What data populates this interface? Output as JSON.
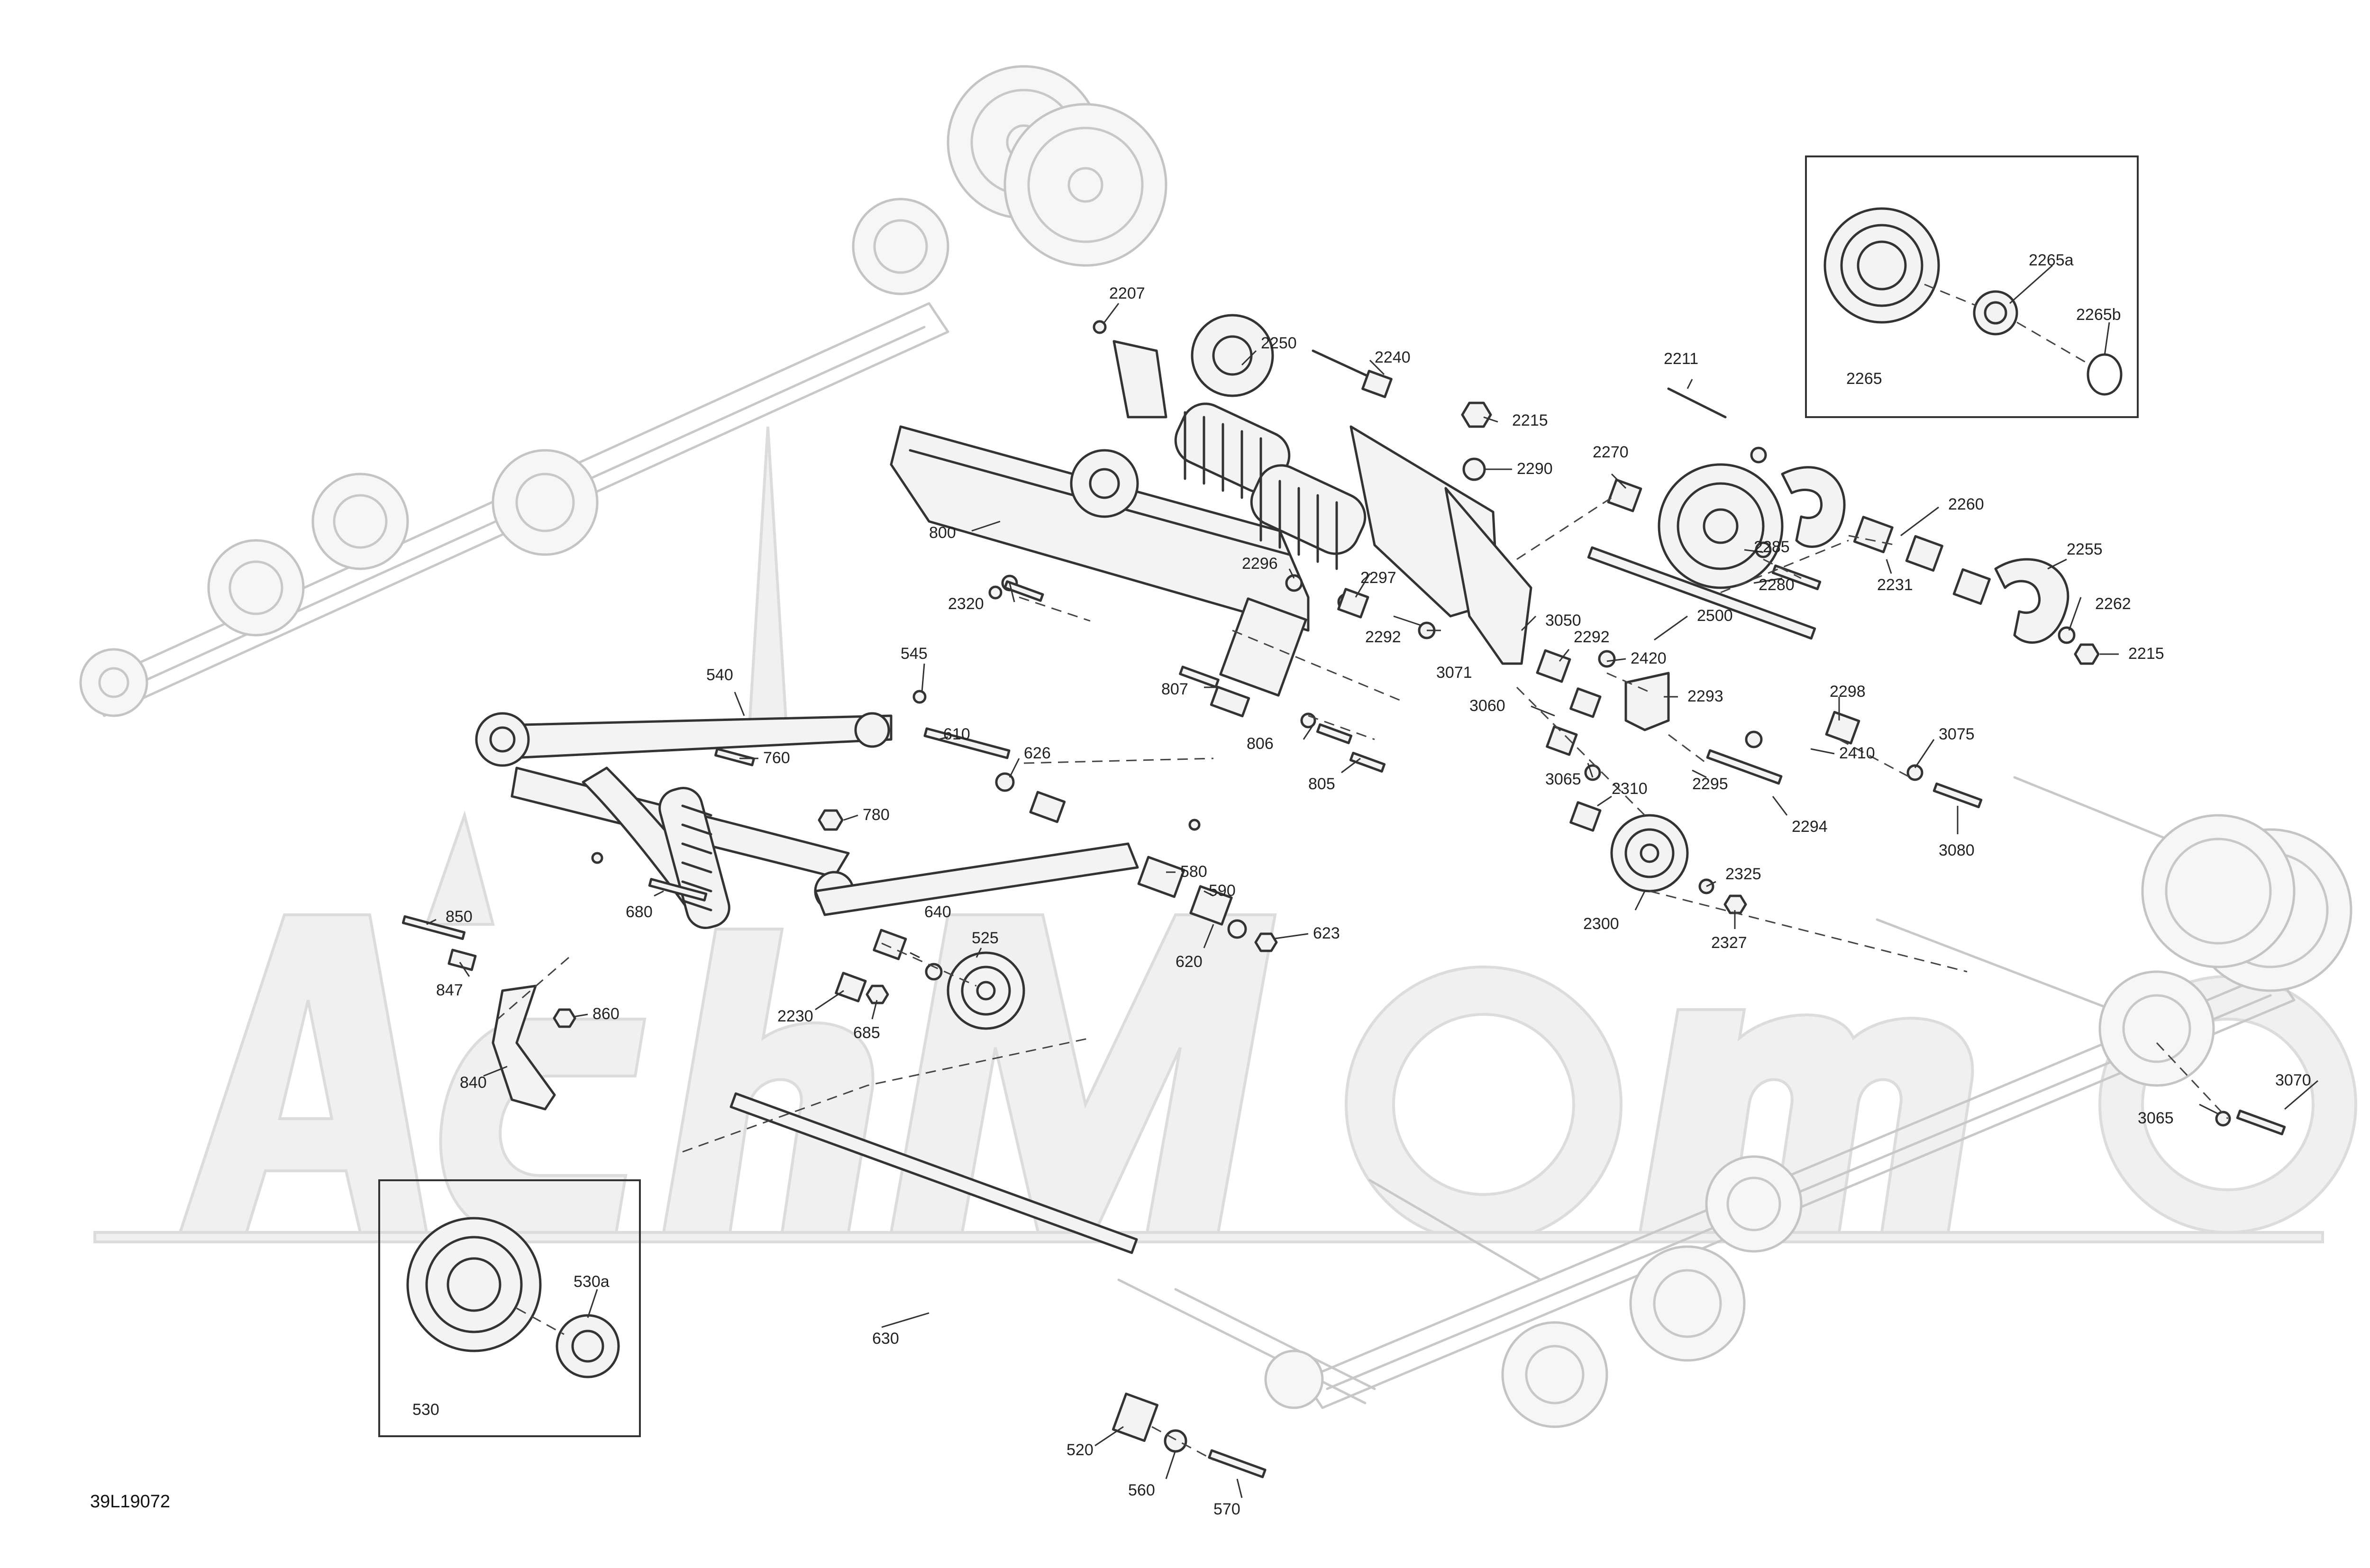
{
  "drawing_code": "39L19072",
  "callouts": [
    {
      "id": "c2207",
      "label": "2207"
    },
    {
      "id": "c2250",
      "label": "2250"
    },
    {
      "id": "c2240",
      "label": "2240"
    },
    {
      "id": "c2211",
      "label": "2211"
    },
    {
      "id": "c2215a",
      "label": "2215"
    },
    {
      "id": "c2290",
      "label": "2290"
    },
    {
      "id": "c2270",
      "label": "2270"
    },
    {
      "id": "c2260",
      "label": "2260"
    },
    {
      "id": "c2285",
      "label": "2285"
    },
    {
      "id": "c2280",
      "label": "2280"
    },
    {
      "id": "c2231",
      "label": "2231"
    },
    {
      "id": "c2255",
      "label": "2255"
    },
    {
      "id": "c2262",
      "label": "2262"
    },
    {
      "id": "c2215b",
      "label": "2215"
    },
    {
      "id": "c800",
      "label": "800"
    },
    {
      "id": "c2320",
      "label": "2320"
    },
    {
      "id": "c2296",
      "label": "2296"
    },
    {
      "id": "c2297",
      "label": "2297"
    },
    {
      "id": "c2292a",
      "label": "2292"
    },
    {
      "id": "c3071",
      "label": "3071"
    },
    {
      "id": "c3050",
      "label": "3050"
    },
    {
      "id": "c2292b",
      "label": "2292"
    },
    {
      "id": "c2500",
      "label": "2500"
    },
    {
      "id": "c2420",
      "label": "2420"
    },
    {
      "id": "c2293",
      "label": "2293"
    },
    {
      "id": "c3060",
      "label": "3060"
    },
    {
      "id": "c2298",
      "label": "2298"
    },
    {
      "id": "c2410",
      "label": "2410"
    },
    {
      "id": "c3075",
      "label": "3075"
    },
    {
      "id": "c3065a",
      "label": "3065"
    },
    {
      "id": "c2295",
      "label": "2295"
    },
    {
      "id": "c2310",
      "label": "2310"
    },
    {
      "id": "c2294",
      "label": "2294"
    },
    {
      "id": "c3080",
      "label": "3080"
    },
    {
      "id": "c2325",
      "label": "2325"
    },
    {
      "id": "c2300",
      "label": "2300"
    },
    {
      "id": "c2327",
      "label": "2327"
    },
    {
      "id": "c807",
      "label": "807"
    },
    {
      "id": "c806",
      "label": "806"
    },
    {
      "id": "c805",
      "label": "805"
    },
    {
      "id": "c540",
      "label": "540"
    },
    {
      "id": "c545",
      "label": "545"
    },
    {
      "id": "c610",
      "label": "610"
    },
    {
      "id": "c626",
      "label": "626"
    },
    {
      "id": "c760",
      "label": "760"
    },
    {
      "id": "c780",
      "label": "780"
    },
    {
      "id": "c580",
      "label": "580"
    },
    {
      "id": "c590",
      "label": "590"
    },
    {
      "id": "c680",
      "label": "680"
    },
    {
      "id": "c640",
      "label": "640"
    },
    {
      "id": "c525",
      "label": "525"
    },
    {
      "id": "c623",
      "label": "623"
    },
    {
      "id": "c620",
      "label": "620"
    },
    {
      "id": "c2230",
      "label": "2230"
    },
    {
      "id": "c685",
      "label": "685"
    },
    {
      "id": "c850",
      "label": "850"
    },
    {
      "id": "c847",
      "label": "847"
    },
    {
      "id": "c860",
      "label": "860"
    },
    {
      "id": "c840",
      "label": "840"
    },
    {
      "id": "c530a",
      "label": "530a"
    },
    {
      "id": "c530",
      "label": "530"
    },
    {
      "id": "c630",
      "label": "630"
    },
    {
      "id": "c520",
      "label": "520"
    },
    {
      "id": "c560",
      "label": "560"
    },
    {
      "id": "c570",
      "label": "570"
    },
    {
      "id": "c2265a",
      "label": "2265a"
    },
    {
      "id": "c2265b",
      "label": "2265b"
    },
    {
      "id": "c2265",
      "label": "2265"
    },
    {
      "id": "c3070",
      "label": "3070"
    },
    {
      "id": "c3065b",
      "label": "3065"
    }
  ]
}
